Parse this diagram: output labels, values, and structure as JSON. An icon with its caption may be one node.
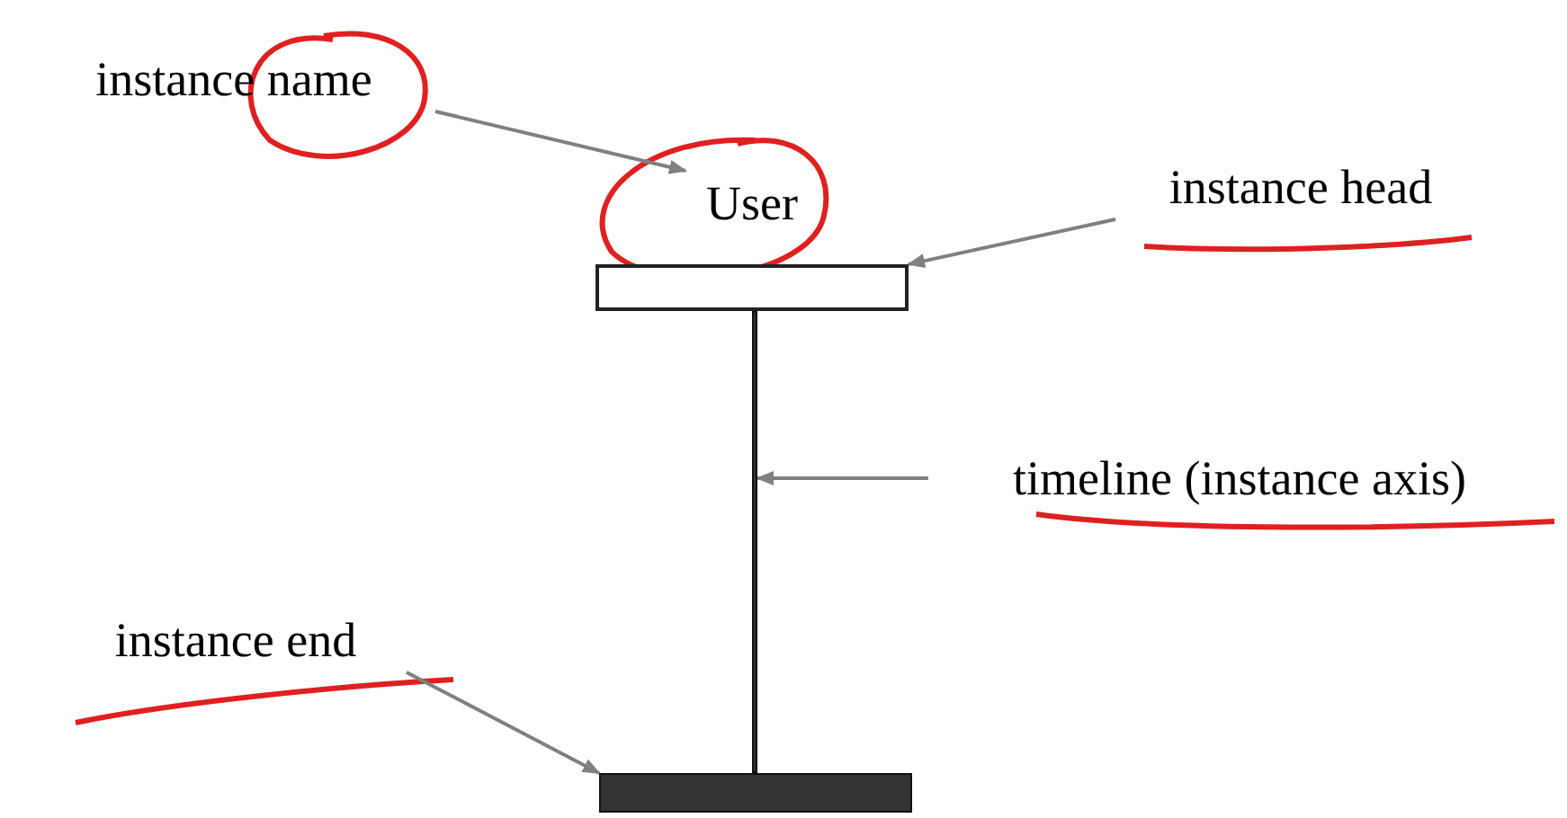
{
  "diagram": {
    "nodes": [
      {
        "text": [
          "instance name"
        ]
      },
      {
        "text": [
          "User"
        ]
      },
      {
        "text": [],
        "shape": "box"
      },
      {
        "text": [
          "instance head"
        ]
      },
      {
        "text": [],
        "shape": "bar"
      },
      {
        "text": [
          "timeline (instance axis)"
        ]
      },
      {
        "text": [
          "instance end"
        ]
      },
      {
        "text": [],
        "shape": "bar"
      }
    ],
    "edges": [
      {
        "from": 0,
        "to": 1,
        "arrow": "to"
      },
      {
        "from": 3,
        "to": 2,
        "arrow": "to"
      },
      {
        "from": 5,
        "to": 4,
        "arrow": "to"
      },
      {
        "from": 6,
        "to": 7,
        "arrow": "to"
      }
    ]
  }
}
